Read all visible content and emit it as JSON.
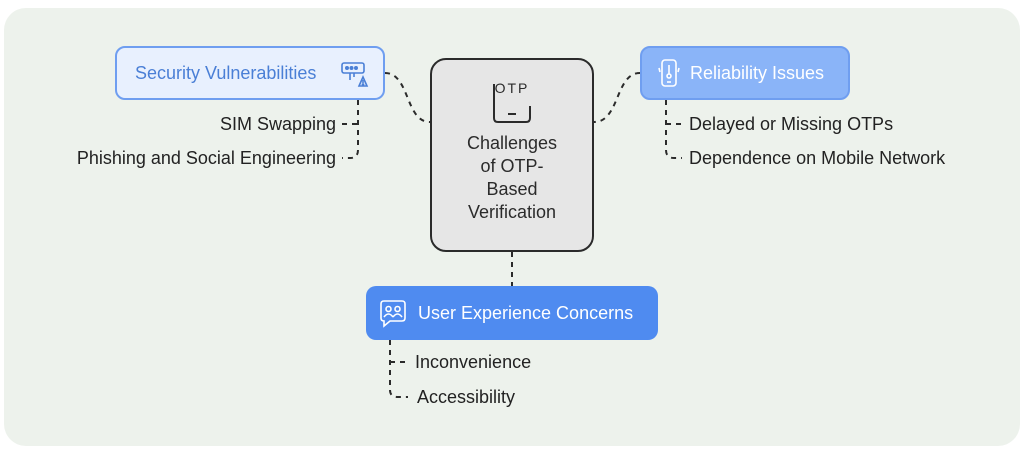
{
  "center": {
    "icon": "otp-phone-icon",
    "icon_text": "OTP",
    "title": "Challenges\nof OTP-\nBased\nVerification"
  },
  "security": {
    "label": "Security Vulnerabilities",
    "icon": "password-warning-icon",
    "items": [
      "SIM Swapping",
      "Phishing and Social Engineering"
    ]
  },
  "reliability": {
    "label": "Reliability Issues",
    "icon": "phone-thermometer-icon",
    "items": [
      "Delayed or Missing OTPs",
      "Dependence on Mobile Network"
    ]
  },
  "user_experience": {
    "label": "User Experience Concerns",
    "icon": "users-chat-icon",
    "items": [
      "Inconvenience",
      "Accessibility"
    ]
  },
  "colors": {
    "panel_bg": "#edf2ec",
    "accent_light": "#e8f0fe",
    "accent_mid": "#8ab4f8",
    "accent_dark": "#4f8bf0",
    "text": "#222222"
  }
}
